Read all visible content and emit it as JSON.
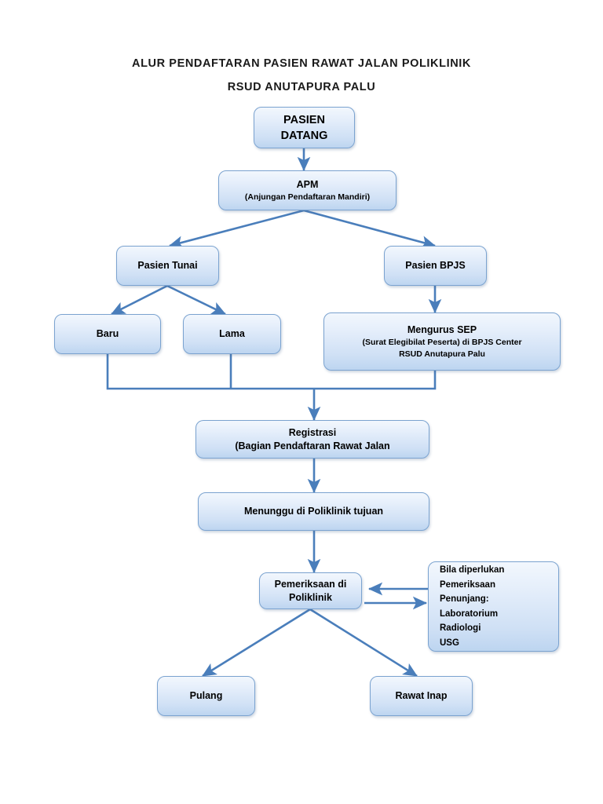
{
  "title": {
    "line1": "ALUR PENDAFTARAN PASIEN RAWAT JALAN POLIKLINIK",
    "line2": "RSUD ANUTAPURA PALU"
  },
  "colors": {
    "box_border": "#7ba3d0",
    "box_fill_top": "#f2f7fd",
    "box_fill_bottom": "#bdd5f0",
    "connector": "#4a7ebb",
    "text": "#000000"
  },
  "nodes": {
    "pasien_datang": {
      "line1": "PASIEN",
      "line2": "DATANG"
    },
    "apm": {
      "line1": "APM",
      "line2": "(Anjungan Pendaftaran Mandiri)"
    },
    "pasien_tunai": {
      "line1": "Pasien Tunai"
    },
    "pasien_bpjs": {
      "line1": "Pasien BPJS"
    },
    "baru": {
      "line1": "Baru"
    },
    "lama": {
      "line1": "Lama"
    },
    "mengurus_sep": {
      "line1": "Mengurus SEP",
      "line2": "(Surat Elegibilat Peserta) di BPJS Center",
      "line3": "RSUD Anutapura Palu"
    },
    "registrasi": {
      "line1": "Registrasi",
      "line2": "(Bagian Pendaftaran Rawat Jalan"
    },
    "menunggu": {
      "line1": "Menunggu di Poliklinik tujuan"
    },
    "pemeriksaan": {
      "line1": "Pemeriksaan di",
      "line2": "Poliklinik"
    },
    "penunjang": {
      "line1": "Bila diperlukan",
      "line2": "Pemeriksaan",
      "line3": "Penunjang:",
      "line4": "Laboratorium",
      "line5": "Radiologi",
      "line6": "USG"
    },
    "pulang": {
      "line1": "Pulang"
    },
    "rawat_inap": {
      "line1": "Rawat Inap"
    }
  },
  "connectors": [
    {
      "name": "pasien-datang-to-apm",
      "kind": "arrow-down"
    },
    {
      "name": "apm-to-pasien-tunai",
      "kind": "arrow-diagonal-left"
    },
    {
      "name": "apm-to-pasien-bpjs",
      "kind": "arrow-diagonal-right"
    },
    {
      "name": "pasien-tunai-to-baru",
      "kind": "arrow-diagonal-left"
    },
    {
      "name": "pasien-tunai-to-lama",
      "kind": "arrow-diagonal-right"
    },
    {
      "name": "pasien-bpjs-to-mengurus-sep",
      "kind": "arrow-down"
    },
    {
      "name": "baru-to-merge",
      "kind": "elbow"
    },
    {
      "name": "lama-to-merge",
      "kind": "elbow"
    },
    {
      "name": "mengurus-sep-to-merge",
      "kind": "elbow"
    },
    {
      "name": "merge-to-registrasi",
      "kind": "arrow-down"
    },
    {
      "name": "registrasi-to-menunggu",
      "kind": "arrow-down"
    },
    {
      "name": "menunggu-to-pemeriksaan",
      "kind": "arrow-down"
    },
    {
      "name": "penunjang-to-pemeriksaan",
      "kind": "arrow-left"
    },
    {
      "name": "pemeriksaan-to-penunjang",
      "kind": "arrow-right"
    },
    {
      "name": "pemeriksaan-to-pulang",
      "kind": "arrow-diagonal-left"
    },
    {
      "name": "pemeriksaan-to-rawat-inap",
      "kind": "arrow-diagonal-right"
    }
  ]
}
